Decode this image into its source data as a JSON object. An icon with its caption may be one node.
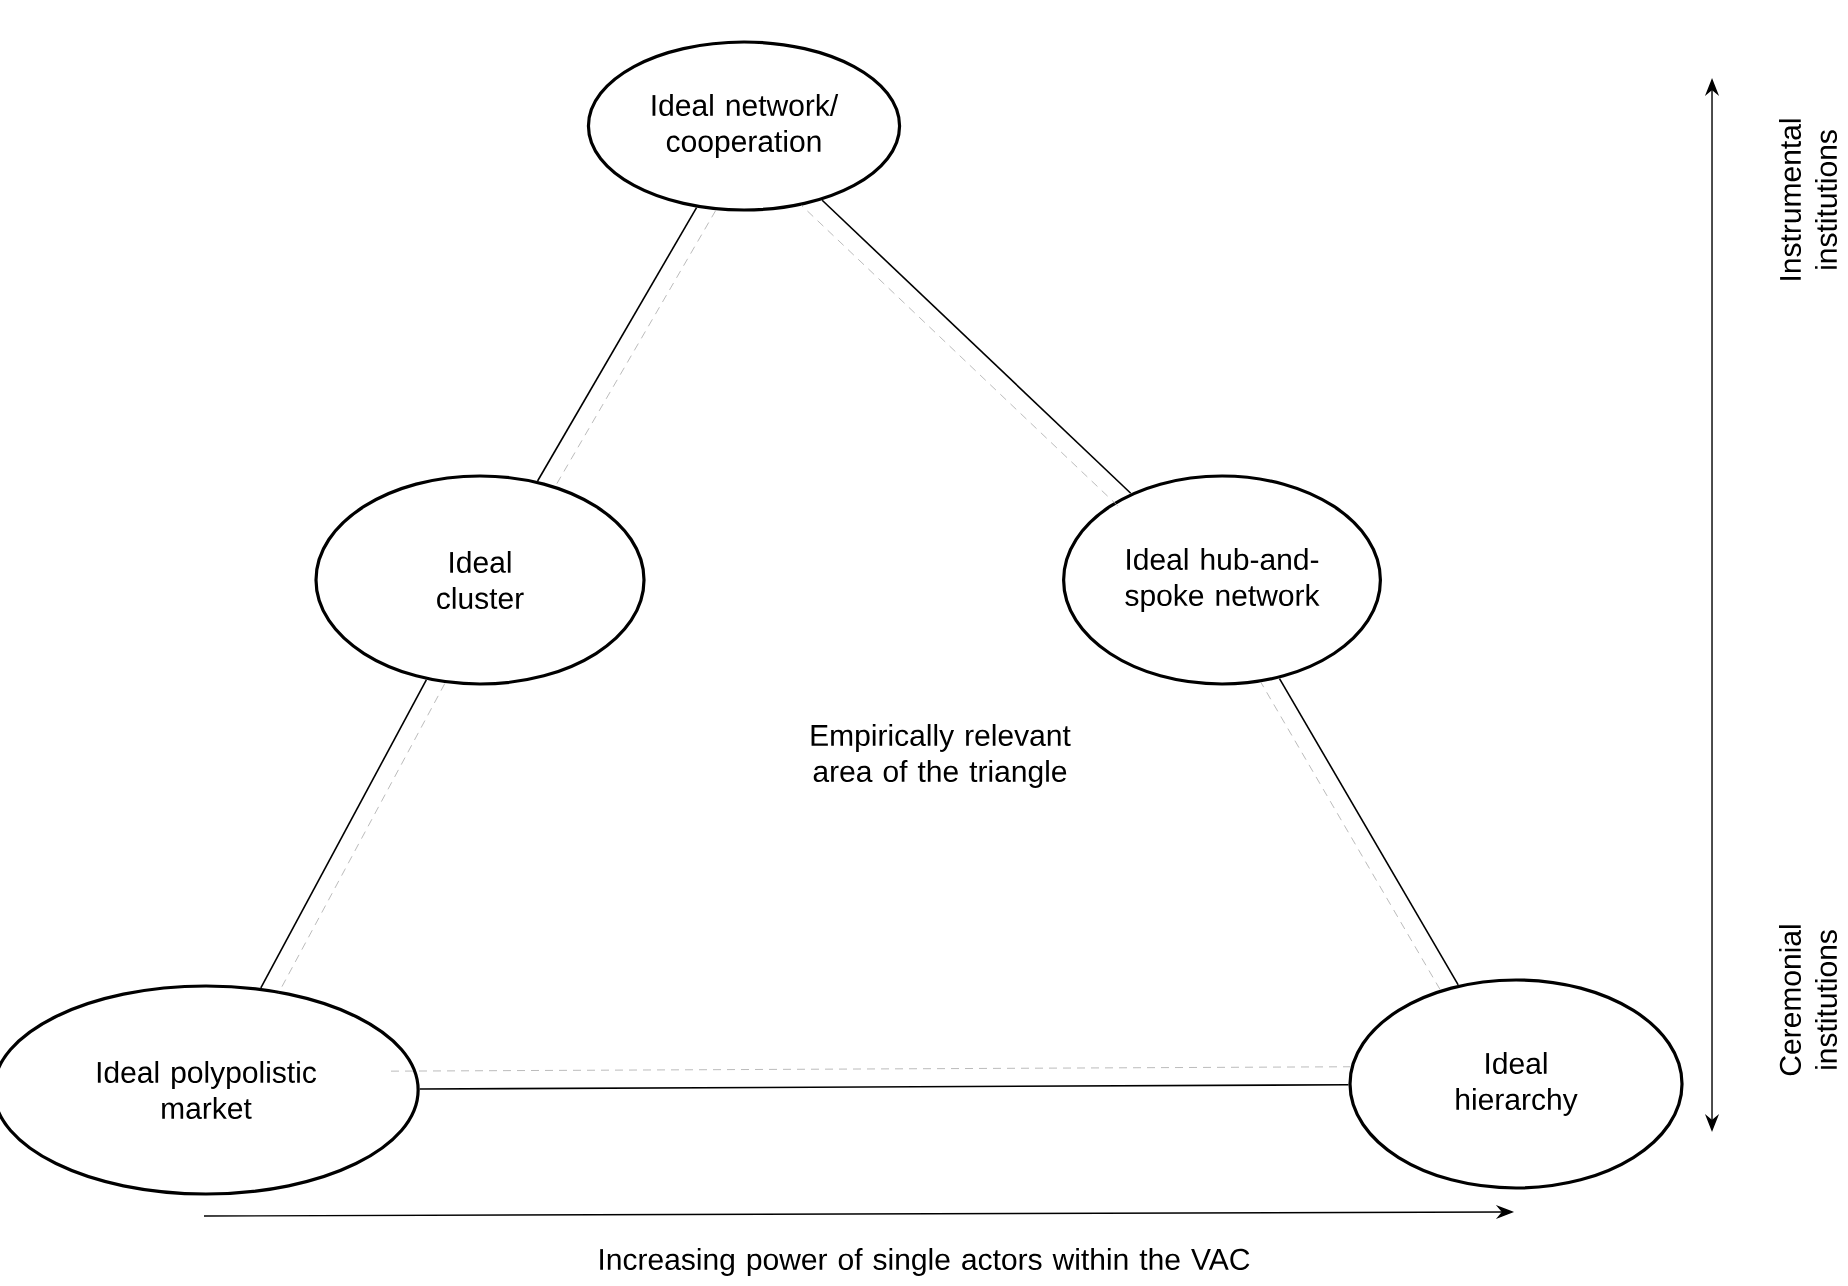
{
  "diagram": {
    "nodes": [
      {
        "text": [
          "Ideal network/ cooperation"
        ]
      },
      {
        "text": [
          "Ideal cluster"
        ]
      },
      {
        "text": [
          "Ideal hub-and-spoke network"
        ]
      },
      {
        "text": [
          "Ideal polypolistic market"
        ]
      },
      {
        "text": [
          "Ideal hierarchy"
        ]
      }
    ],
    "edges": [
      {
        "from": 0,
        "to": 1,
        "arrow": "none"
      },
      {
        "from": 1,
        "to": 3,
        "arrow": "none"
      },
      {
        "from": 3,
        "to": 4,
        "arrow": "none"
      },
      {
        "from": 4,
        "to": 2,
        "arrow": "none"
      },
      {
        "from": 2,
        "to": 0,
        "arrow": "none"
      },
      {
        "from": 0,
        "to": 1,
        "arrow": "none",
        "style": "dashed",
        "color": "#aaaaaa"
      },
      {
        "from": 1,
        "to": 3,
        "arrow": "none",
        "style": "dashed",
        "color": "#aaaaaa"
      },
      {
        "from": 3,
        "to": 4,
        "arrow": "none",
        "style": "dashed",
        "color": "#aaaaaa"
      },
      {
        "from": 4,
        "to": 2,
        "arrow": "none",
        "style": "dashed",
        "color": "#aaaaaa"
      },
      {
        "from": 2,
        "to": 0,
        "arrow": "none",
        "style": "dashed",
        "color": "#aaaaaa"
      }
    ],
    "labels": [
      "Instrumental institutions",
      "Empirically relevant area of the triangle",
      "Ceremonial institutions",
      "Increasing power of single actors within the VAC"
    ]
  }
}
